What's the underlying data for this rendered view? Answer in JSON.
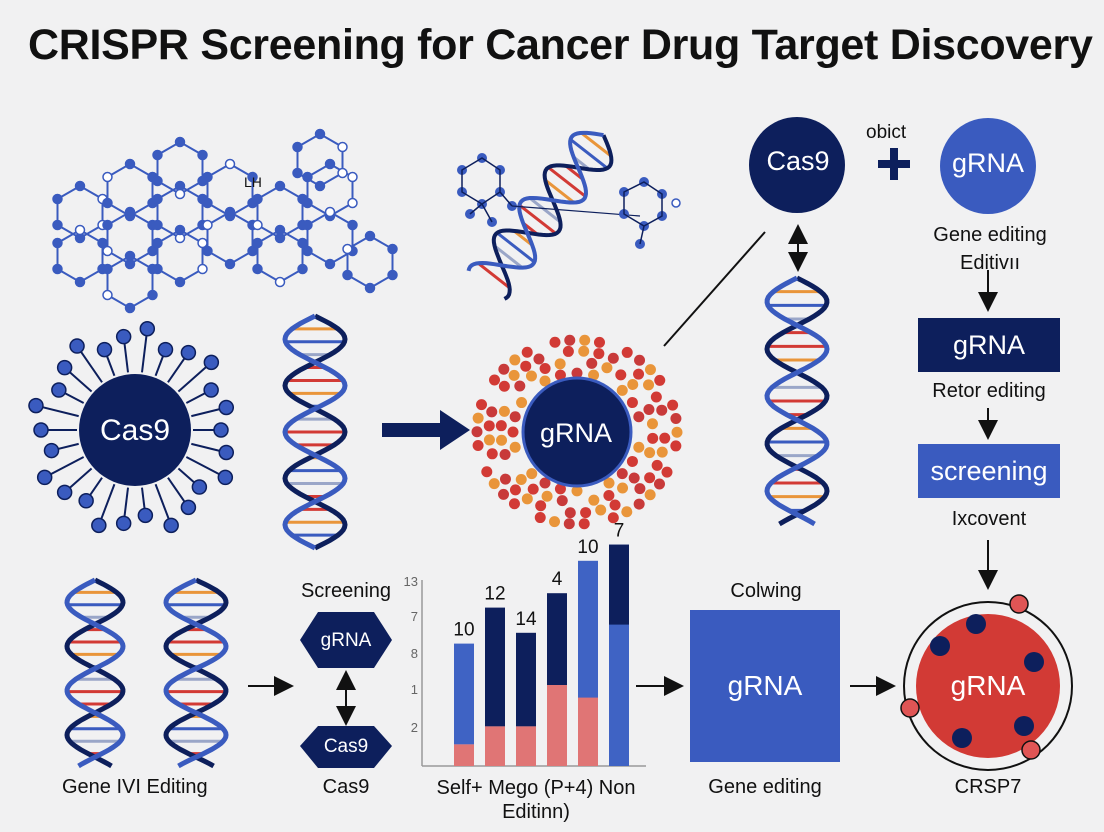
{
  "title": "CRISPR Screening for Cancer Drug Target Discovery",
  "molecule_label": "LH",
  "top_right": {
    "cas9": "Cas9",
    "plus_label": "obict",
    "grna": "gRNA",
    "caption_line1": "Gene editing",
    "caption_line2": "Editivıı"
  },
  "middle": {
    "cas9_cell": "Cas9",
    "grna_cell": "gRNA"
  },
  "right_flow": {
    "box1": "gRNA",
    "label1": "Retor editing",
    "box2": "screening",
    "label2": "Ixcovent"
  },
  "bottom": {
    "caption_dna": "Gene IVI Editing",
    "screening_label": "Screening",
    "grna_pill": "gRNA",
    "cas9_pill": "Cas9",
    "cas9_caption": "Cas9",
    "chart_caption": "Self+ Mego (P+4) Non Editinn)",
    "colwing_label": "Colwing",
    "grna_square": "gRNA",
    "gene_editing_caption": "Gene editing",
    "grna_cell": "gRNA",
    "crsp_caption": "CRSP7"
  },
  "chart_data": {
    "type": "bar",
    "y_tick_labels": [
      "13",
      "7",
      "8",
      "1",
      "2"
    ],
    "bar_labels": [
      "10",
      "12",
      "14",
      "4",
      "10",
      "7"
    ],
    "stacks": [
      {
        "bottom": 0.12,
        "top": 0.68
      },
      {
        "bottom": 0.22,
        "top": 0.88
      },
      {
        "bottom": 0.22,
        "top": 0.74
      },
      {
        "bottom": 0.45,
        "top": 0.96
      },
      {
        "bottom": 0.38,
        "top": 1.14
      },
      {
        "bottom": 0.0,
        "top": 1.23
      }
    ],
    "colors": {
      "bottom": "#e07575",
      "top": "#0d1f5c",
      "light": "#3f63c4"
    }
  },
  "colors": {
    "navy": "#0d1f5c",
    "blue": "#3a5bbf",
    "red": "#d23a35",
    "orange": "#e9953a"
  }
}
